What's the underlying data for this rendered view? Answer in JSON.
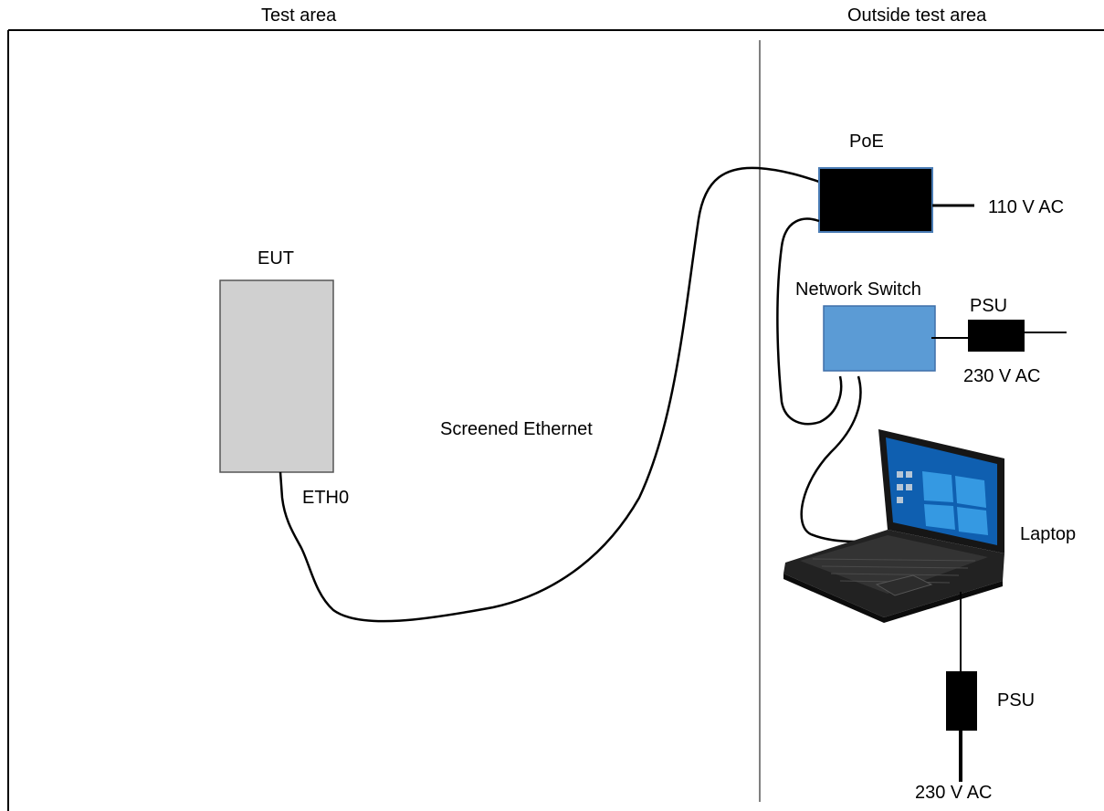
{
  "areas": {
    "test_area": "Test area",
    "outside_test_area": "Outside test area"
  },
  "devices": {
    "eut": {
      "label": "EUT",
      "port": "ETH0",
      "color": "#d0d0d0"
    },
    "poe": {
      "label": "PoE",
      "input": "110 V AC",
      "color": "#000000",
      "border": "#4a7cb5"
    },
    "network_switch": {
      "label": "Network Switch",
      "color": "#5b9bd5",
      "border": "#3f6fa8"
    },
    "switch_psu": {
      "label": "PSU",
      "input": "230 V AC"
    },
    "laptop": {
      "label": "Laptop"
    },
    "laptop_psu": {
      "label": "PSU",
      "input": "230 V AC"
    }
  },
  "cables": {
    "screened_ethernet": "Screened Ethernet"
  }
}
